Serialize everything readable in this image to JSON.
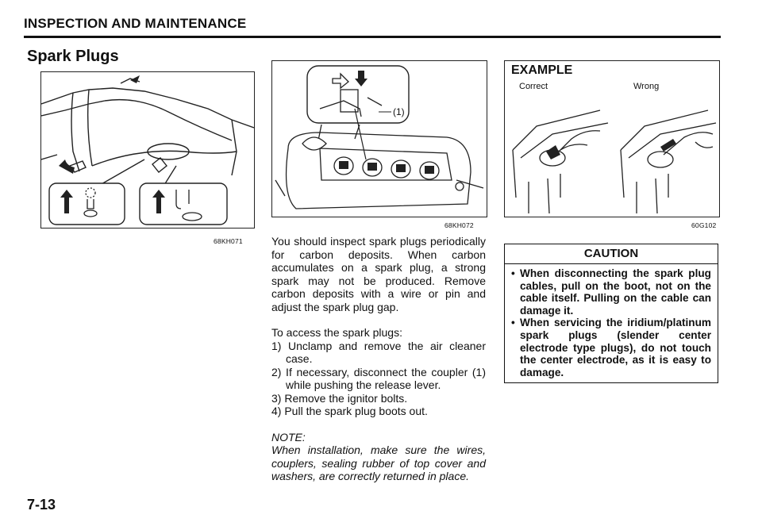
{
  "header": {
    "section_title": "INSPECTION AND MAINTENANCE",
    "page_title": "Spark Plugs"
  },
  "figures": {
    "air_cleaner": {
      "id": "68KH071"
    },
    "coupler": {
      "id": "68KH072",
      "callout": "(1)"
    },
    "example": {
      "id": "60G102",
      "label": "EXAMPLE",
      "correct": "Correct",
      "wrong": "Wrong"
    }
  },
  "body": {
    "intro": "You should inspect spark plugs periodically for carbon deposits. When carbon accumulates on a spark plug, a strong spark may not be produced. Remove carbon deposits with a wire or pin and adjust the spark plug gap.",
    "access_heading": "To access the spark plugs:",
    "steps": [
      "1) Unclamp and remove the air cleaner case.",
      "2) If necessary, disconnect the coupler (1) while pushing the release lever.",
      "3) Remove the ignitor bolts.",
      "4) Pull the spark plug boots out."
    ],
    "note_label": "NOTE:",
    "note_text": "When installation, make sure the wires, couplers, sealing rubber of top cover and washers, are correctly returned in place."
  },
  "caution": {
    "title": "CAUTION",
    "items": [
      "When disconnecting the spark plug cables, pull on the boot, not on the cable itself. Pulling on the cable can damage it.",
      "When servicing the iridium/platinum spark plugs (slender center electrode type plugs), do not touch the center electrode, as it is easy to damage."
    ]
  },
  "footer": {
    "page_number": "7-13"
  }
}
